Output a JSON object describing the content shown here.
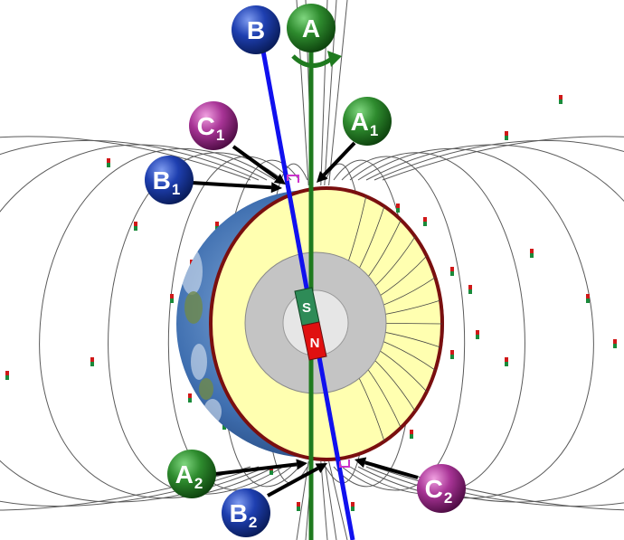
{
  "labels": {
    "a": {
      "main": "A",
      "sub": ""
    },
    "b": {
      "main": "B",
      "sub": ""
    },
    "a1": {
      "main": "A",
      "sub": "1"
    },
    "b1": {
      "main": "B",
      "sub": "1"
    },
    "c1": {
      "main": "C",
      "sub": "1"
    },
    "a2": {
      "main": "A",
      "sub": "2"
    },
    "b2": {
      "main": "B",
      "sub": "2"
    },
    "c2": {
      "main": "C",
      "sub": "2"
    }
  },
  "magnet": {
    "top": "S",
    "bottom": "N"
  },
  "colors": {
    "ball_green": "#1f7a1f",
    "ball_blue": "#1a3aa8",
    "ball_magenta": "#9b2a8a",
    "rotation_axis": "#1f7a1f",
    "magnetic_axis": "#1010ee",
    "crust": "#7a0f0f",
    "mantle": "#ffffb0",
    "outer_core": "#c4c4c4",
    "inner_core": "#e6e6e6",
    "magnet_south": "#2e8b57",
    "magnet_north": "#e01010",
    "field_line": "#555555",
    "pole_marker": "#cc33cc"
  }
}
